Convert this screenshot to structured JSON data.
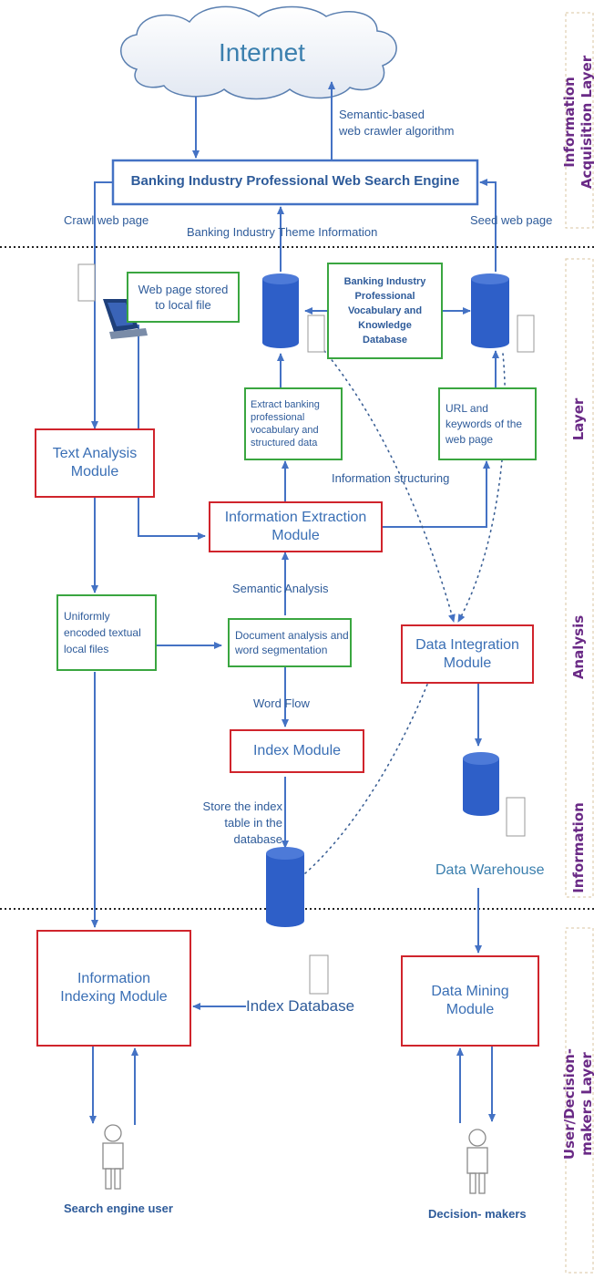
{
  "layers": {
    "acquisition_line1": "Information",
    "acquisition_line2": "Acquisition Layer",
    "analysis_word1": "Layer",
    "analysis_word2": "Analysis",
    "analysis_word3": "Information",
    "user_line1": "User/Decision-",
    "user_line2": "makers Layer"
  },
  "cloud": {
    "label": "Internet"
  },
  "search_engine": {
    "label": "Banking Industry Professional Web Search Engine"
  },
  "edges": {
    "semantic_crawler_line1": "Semantic-based",
    "semantic_crawler_line2": "web crawler algorithm",
    "crawl_web_page": "Crawl web page",
    "theme_information": "Banking Industry Theme Information",
    "seed_web_page": "Seed web page",
    "information_structuring": "Information  structuring",
    "semantic_analysis": "Semantic  Analysis",
    "word_flow": "Word Flow",
    "store_index_line1": "Store the index",
    "store_index_line2": "table in the",
    "store_index_line3": "database"
  },
  "green_boxes": {
    "web_page_stored_line1": "Web page stored",
    "web_page_stored_line2": "to local file",
    "vocab_db_line1": "Banking Industry",
    "vocab_db_line2": "Professional",
    "vocab_db_line3": "Vocabulary and",
    "vocab_db_line4": "Knowledge",
    "vocab_db_line5": "Database",
    "extract_line1": "Extract banking",
    "extract_line2": "professional",
    "extract_line3": "vocabulary and",
    "extract_line4": "structured data",
    "url_line1": "URL and",
    "url_line2": "keywords of the",
    "url_line3": "web page",
    "uniform_line1": "Uniformly",
    "uniform_line2": "encoded textual",
    "uniform_line3": "local files",
    "document_line1": "Document analysis and",
    "document_line2": "word segmentation"
  },
  "modules": {
    "text_analysis_line1": "Text Analysis",
    "text_analysis_line2": "Module",
    "information_extraction_line1": "Information Extraction",
    "information_extraction_line2": "Module",
    "data_integration_line1": "Data Integration",
    "data_integration_line2": "Module",
    "index_module": "Index Module",
    "information_indexing_line1": "Information",
    "information_indexing_line2": "Indexing Module",
    "data_mining_line1": "Data Mining",
    "data_mining_line2": "Module"
  },
  "stores": {
    "data_warehouse": "Data Warehouse",
    "index_database": "Index Database"
  },
  "actors": {
    "search_engine_user": "Search engine user",
    "decision_makers": "Decision- makers"
  },
  "colors": {
    "arrow": "#4472c4",
    "module_border": "#d0242c",
    "note_border": "#3aa640",
    "database": "#2e5fc8",
    "layer_text": "#6a2a86",
    "label_text": "#2e5b9a"
  }
}
